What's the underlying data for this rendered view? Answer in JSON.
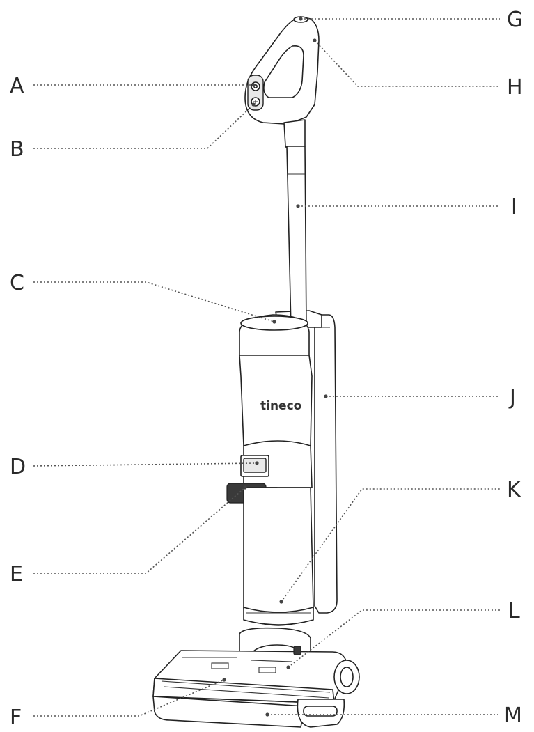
{
  "diagram": {
    "brand_text": "tineco",
    "callouts": [
      {
        "id": "A",
        "label": "A"
      },
      {
        "id": "B",
        "label": "B"
      },
      {
        "id": "C",
        "label": "C"
      },
      {
        "id": "D",
        "label": "D"
      },
      {
        "id": "E",
        "label": "E"
      },
      {
        "id": "F",
        "label": "F"
      },
      {
        "id": "G",
        "label": "G"
      },
      {
        "id": "H",
        "label": "H"
      },
      {
        "id": "I",
        "label": "I"
      },
      {
        "id": "J",
        "label": "J"
      },
      {
        "id": "K",
        "label": "K"
      },
      {
        "id": "L",
        "label": "L"
      },
      {
        "id": "M",
        "label": "M"
      }
    ]
  }
}
